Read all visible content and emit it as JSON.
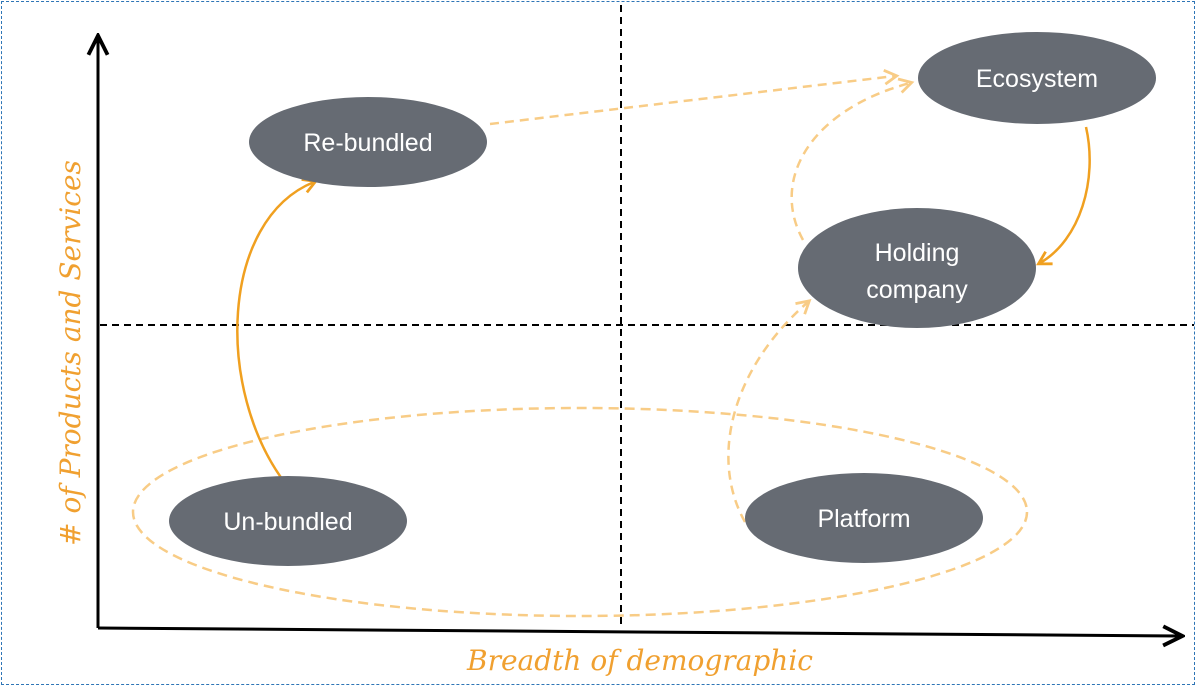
{
  "diagram": {
    "axes": {
      "x_label": "Breadth of demographic",
      "y_label": "# of Products and Services"
    },
    "nodes": {
      "rebundled": {
        "label": "Re-bundled"
      },
      "ecosystem": {
        "label": "Ecosystem"
      },
      "holding": {
        "label_line1": "Holding",
        "label_line2": "company"
      },
      "unbundled": {
        "label": "Un-bundled"
      },
      "platform": {
        "label": "Platform"
      }
    },
    "colors": {
      "node_fill": "#666b73",
      "solid_arrow": "#f0a020",
      "dashed_arrow": "#f8cc86",
      "axis": "#000000",
      "label": "#f0a030"
    }
  }
}
